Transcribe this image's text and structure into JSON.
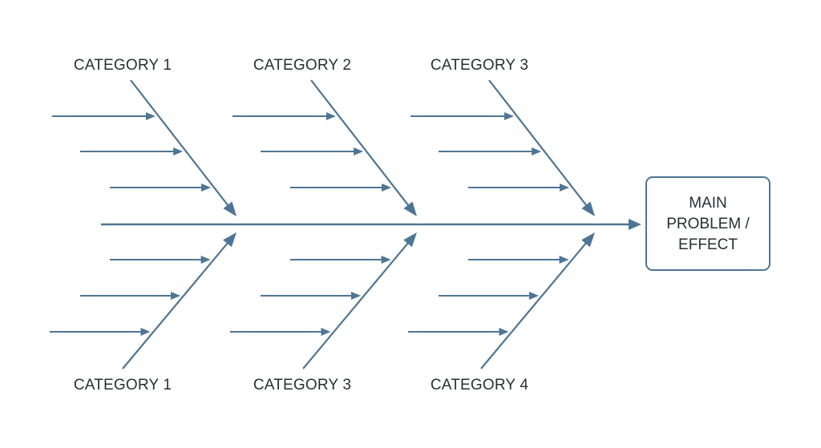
{
  "diagram": {
    "type": "fishbone",
    "effect": {
      "lines": [
        "MAIN",
        "PROBLEM /",
        "EFFECT"
      ]
    },
    "top_categories": [
      {
        "label": "CATEGORY 1",
        "causes": 3
      },
      {
        "label": "CATEGORY 2",
        "causes": 3
      },
      {
        "label": "CATEGORY 3",
        "causes": 3
      }
    ],
    "bottom_categories": [
      {
        "label": "CATEGORY 1",
        "causes": 3
      },
      {
        "label": "CATEGORY 3",
        "causes": 3
      },
      {
        "label": "CATEGORY 4",
        "causes": 3
      }
    ],
    "colors": {
      "line": "#4f7594",
      "text": "#2a2f36",
      "background": "#ffffff"
    }
  }
}
